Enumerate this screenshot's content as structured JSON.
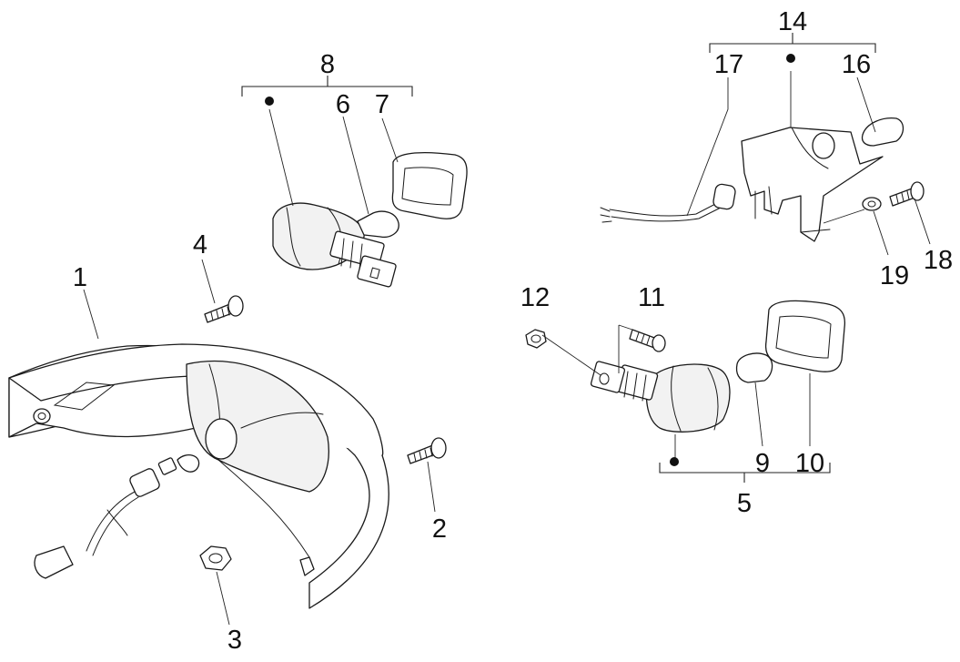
{
  "labels": {
    "p1": "1",
    "p2": "2",
    "p3": "3",
    "p4": "4",
    "p5": "5",
    "p6": "6",
    "p7": "7",
    "p8": "8",
    "p9": "9",
    "p10": "10",
    "p11": "11",
    "p12": "12",
    "p14": "14",
    "p16": "16",
    "p17": "17",
    "p18": "18",
    "p19": "19"
  }
}
